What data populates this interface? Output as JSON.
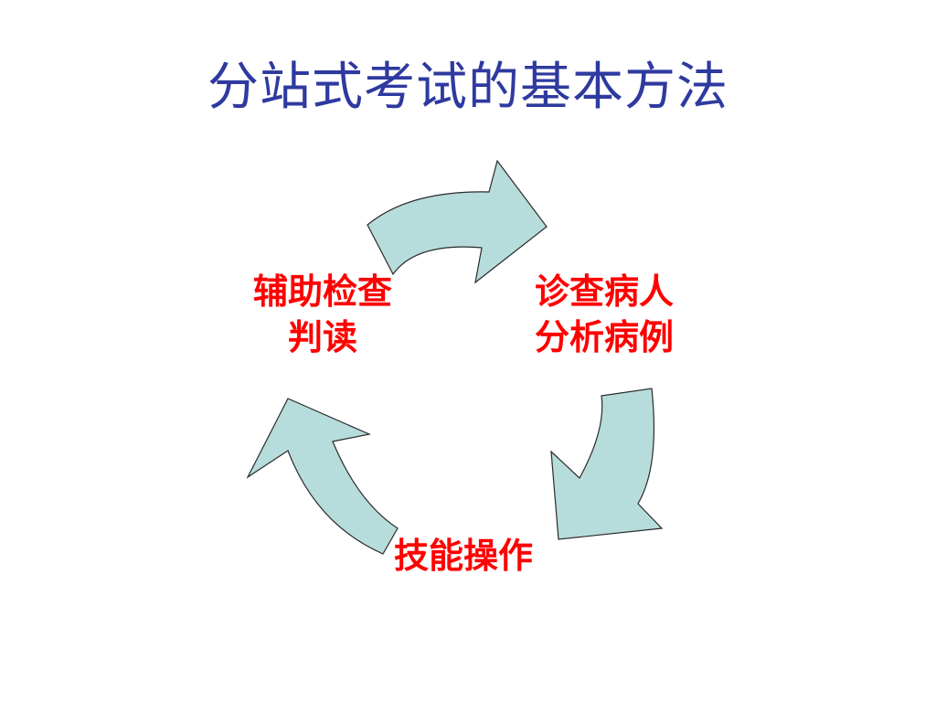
{
  "slide": {
    "title": "分站式考试的基本方法",
    "title_color": "#2e3a9f"
  },
  "cycle": {
    "arrow_fill": "#b7dcdc",
    "label_color": "#ff0000",
    "nodes": [
      {
        "line1": "辅助检查",
        "line2": "判读"
      },
      {
        "line1": "诊查病人",
        "line2": "分析病例"
      },
      {
        "line1": "技能操作"
      }
    ]
  }
}
